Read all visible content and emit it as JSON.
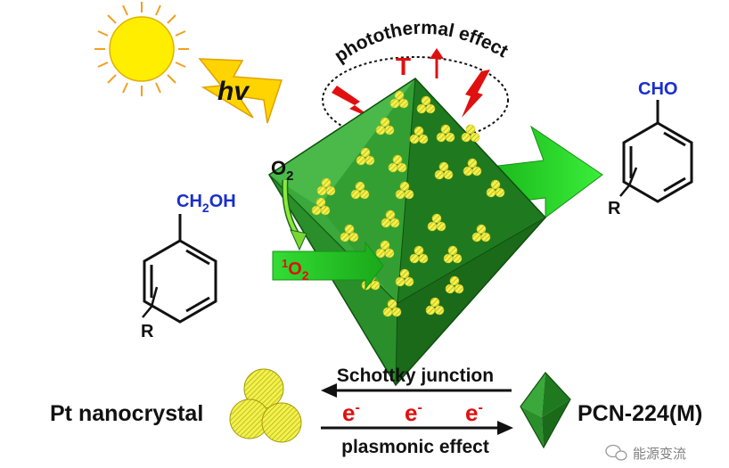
{
  "labels": {
    "hv": "hv",
    "photothermal": "photothermal effect",
    "temperature": "T",
    "oxygen_main": "O",
    "oxygen_sub": "2",
    "singlet_sup": "1",
    "singlet_main": "O",
    "singlet_sub": "2",
    "reactant_main": "CH",
    "reactant_sub": "2",
    "reactant_end": "OH",
    "reactant_r": "R",
    "product_main": "CHO",
    "product_r": "R",
    "schottky": "Schottky junction",
    "plasmonic": "plasmonic effect",
    "electron": "e",
    "electron_sup": "-",
    "pt": "Pt nanocrystal",
    "pcn": "PCN-224(M)",
    "watermark": "能源变流"
  },
  "colors": {
    "sun": "#ffee00",
    "sun_rays": "#f0a020",
    "lightning": "#ffd400",
    "octa_dark": "#1f7a1f",
    "octa_mid": "#2e9a2e",
    "octa_light": "#5ec45e",
    "arrow_green": "#22cc22",
    "pt_yellow": "#e8e83a",
    "blue_text": "#1a2ecc",
    "red_text": "#e01010"
  }
}
